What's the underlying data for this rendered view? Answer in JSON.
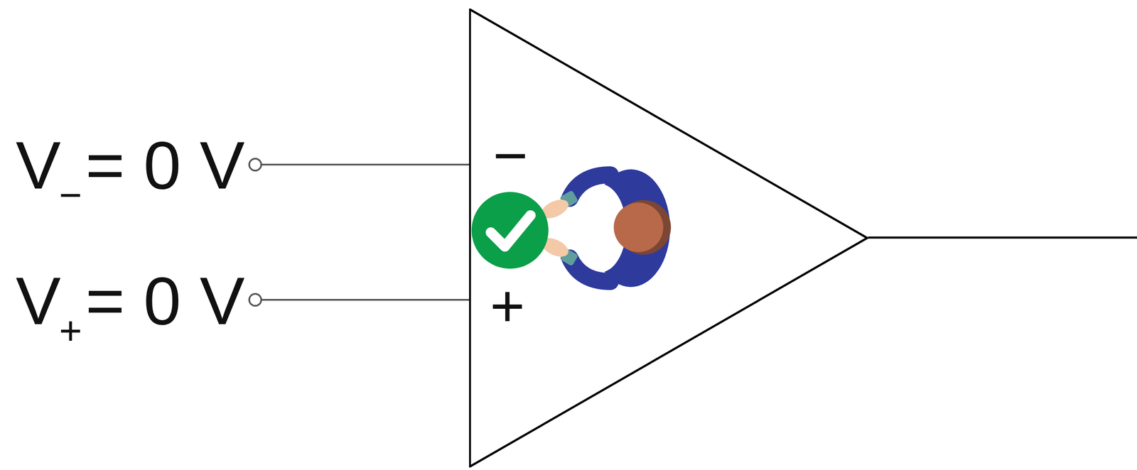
{
  "diagram": {
    "nodes": [
      {
        "text": [
          "−",
          "+"
        ]
      }
    ],
    "labels": [
      "V",
      "−",
      "= 0 V",
      "V",
      "+",
      "= 0 V"
    ]
  }
}
